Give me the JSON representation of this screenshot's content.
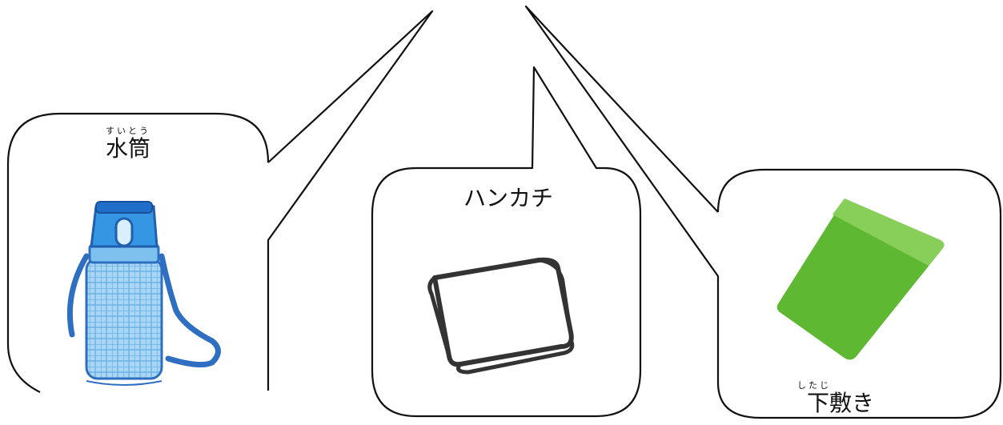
{
  "items": [
    {
      "label": "水筒",
      "reading": "すいとう",
      "icon": "water-bottle-icon",
      "colors": {
        "body": "#9fd0f2",
        "cap": "#2f86d6",
        "strap": "#2f6fc2"
      }
    },
    {
      "label": "ハンカチ",
      "reading": "",
      "icon": "handkerchief-icon",
      "colors": {
        "outline": "#333333",
        "fill": "#ffffff"
      }
    },
    {
      "label": "下敷き",
      "reading": "したじ",
      "icon": "pencil-board-icon",
      "colors": {
        "fill": "#5fb832",
        "highlight": "#88cf5a"
      }
    }
  ]
}
